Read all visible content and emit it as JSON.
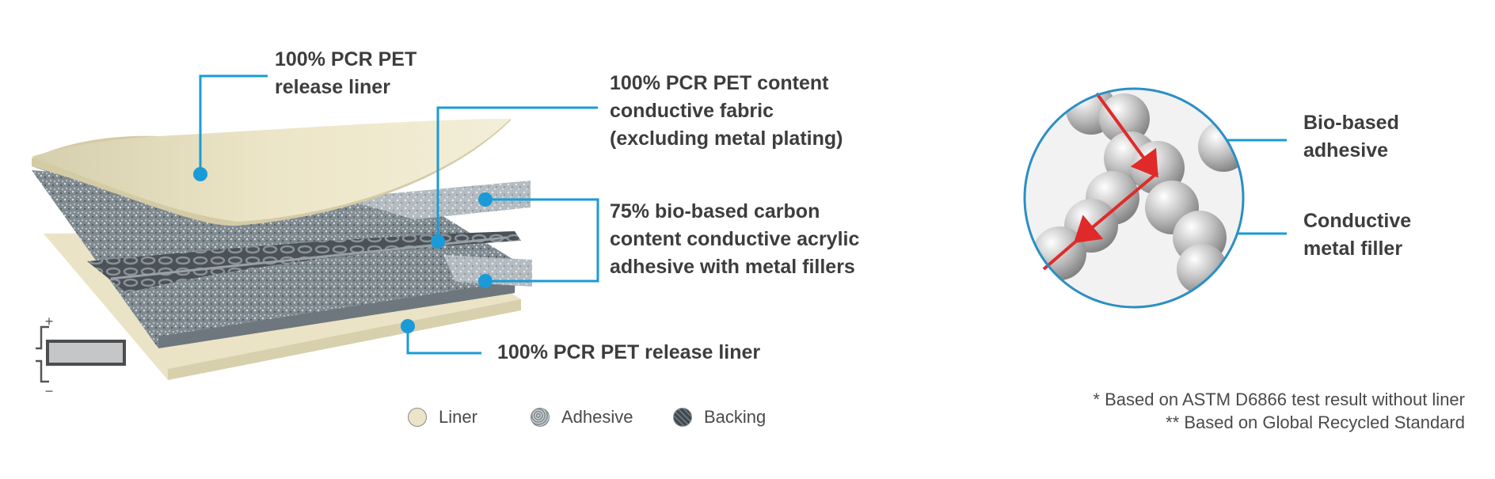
{
  "labels": {
    "top_liner": [
      "100% PCR PET",
      "release liner"
    ],
    "fabric": [
      "100% PCR PET content",
      "conductive fabric",
      "(excluding metal plating)"
    ],
    "adhesive_layers": [
      "75% bio-based carbon",
      "content conductive acrylic",
      "adhesive with metal fillers"
    ],
    "bottom_liner": [
      "100% PCR PET release liner"
    ],
    "bio_adhesive": [
      "Bio-based",
      "adhesive"
    ],
    "metal_filler": [
      "Conductive",
      "metal filler"
    ]
  },
  "legend": [
    {
      "label": "Liner",
      "color": "#ece4c8"
    },
    {
      "label": "Adhesive",
      "color": "#9aa3a8"
    },
    {
      "label": "Backing",
      "color": "#515a62"
    }
  ],
  "icon_signs": {
    "plus": "+",
    "minus": "−"
  },
  "footnotes": [
    "* Based on ASTM D6866 test result without liner",
    "** Based on Global Recycled Standard"
  ],
  "colors": {
    "callout": "#1a9bd7",
    "arrow": "#e02a2a",
    "liner": "#ece4c8",
    "circle_border": "#2b8fc4"
  }
}
